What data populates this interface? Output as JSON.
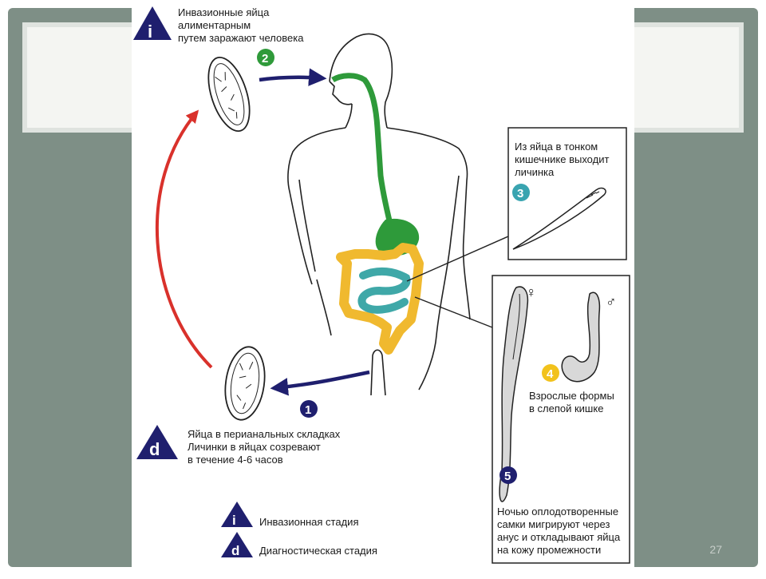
{
  "labels": {
    "infective_eggs": [
      "Инвазионные яйца",
      "алиментарным",
      "путем заражают человека"
    ],
    "larva_hatch": [
      "Из яйца в тонком",
      "кишечнике выходит",
      "личинка"
    ],
    "adults": [
      "Взрослые формы",
      "в слепой кишке"
    ],
    "perianal_eggs": [
      "Яйца в перианальных складках",
      "Личинки в яйцах созревают",
      "в течение 4-6 часов"
    ],
    "night_females": [
      "Ночью оплодотворенные",
      "самки мигрируют через",
      "анус и откладывают яйца",
      "на кожу промежности"
    ]
  },
  "stage_numbers": [
    "1",
    "2",
    "3",
    "4",
    "5"
  ],
  "stage_markers": {
    "infective": "i",
    "diagnostic": "d"
  },
  "sex_symbols": {
    "female": "♀",
    "male": "♂"
  },
  "legend": [
    {
      "marker": "i",
      "text": "Инвазионная стадия"
    },
    {
      "marker": "d",
      "text": "Диагностическая стадия"
    }
  ],
  "page_number": "27",
  "colors": {
    "background": "#7e8f86",
    "esophagus_stomach": "#2e9a3a",
    "small_intestine": "#3fa8a8",
    "large_intestine": "#f0b92f",
    "cycle_arrow": "#d9312b",
    "flow_arrow": "#1f1f6e",
    "marker_triangle": "#1f1f6e",
    "stage2_circle": "#2f9a3a",
    "stage3_circle": "#39a4b0",
    "stage4_circle": "#f2c21c",
    "stage1_circle": "#1f1f6e",
    "stage5_circle": "#1f1f6e"
  }
}
